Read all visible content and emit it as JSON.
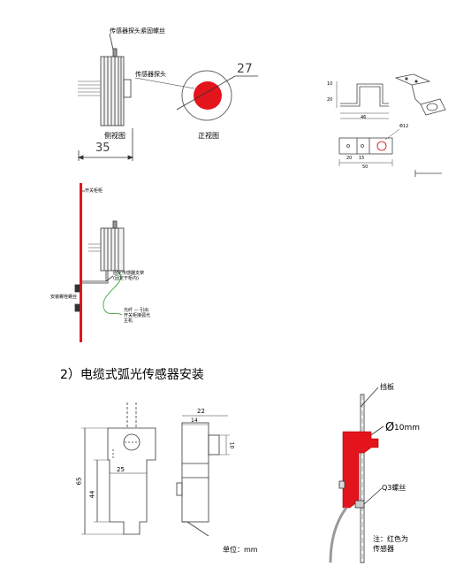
{
  "sensor_views": {
    "clamp_screw_label": "传感器探头紧固螺丝",
    "probe_label": "传感器探头",
    "side_view_label": "侧视图",
    "front_view_label": "正视图",
    "width_dim": "35",
    "diameter_dim": "27"
  },
  "bracket": {
    "dim_a": "10",
    "dim_b": "20",
    "dim_c": "46",
    "dim_d": "20",
    "dim_e": "15",
    "dim_f": "50",
    "hole_dim": "Φ12"
  },
  "mount_diagram": {
    "switch_cabinet_label": "开关柜柜",
    "bracket_label": "固定传感器支架\n(固定于柜内)",
    "screw_label": "安装螺栓螺丝",
    "cable_label": "光纤 — 引出\n开关柜接弧光\n主机"
  },
  "section_title": "2）电缆式弧光传感器安装",
  "cable_sensor": {
    "dim_22": "22",
    "dim_14": "14",
    "dim_10": "10",
    "dim_25": "25",
    "dim_65": "65",
    "dim_44": "44",
    "unit_label": "单位：mm"
  },
  "install_diagram": {
    "baffle_label": "挡板",
    "hole_label": "10mm",
    "hole_symbol": "Ø",
    "screw_label": "Q3螺丝",
    "note_label": "注：红色为\n传感器"
  },
  "colors": {
    "sensor_red": "#e4141c",
    "line_gray": "#555555",
    "fiber_green": "#3aa83a"
  }
}
